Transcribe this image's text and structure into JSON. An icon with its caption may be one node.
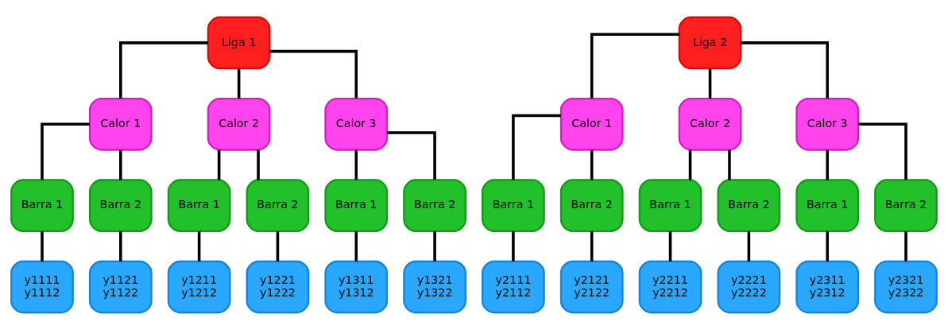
{
  "diagram": {
    "nodes": [
      {
        "text": [
          "Liga 1"
        ]
      },
      {
        "text": [
          "Liga 2"
        ]
      },
      {
        "text": [
          "Calor 1"
        ]
      },
      {
        "text": [
          "Calor 2"
        ]
      },
      {
        "text": [
          "Calor 3"
        ]
      },
      {
        "text": [
          "Calor 1"
        ]
      },
      {
        "text": [
          "Calor 2"
        ]
      },
      {
        "text": [
          "Calor 3"
        ]
      },
      {
        "text": [
          "Barra 1"
        ]
      },
      {
        "text": [
          "Barra 2"
        ]
      },
      {
        "text": [
          "Barra 1"
        ]
      },
      {
        "text": [
          "Barra 2"
        ]
      },
      {
        "text": [
          "Barra 1"
        ]
      },
      {
        "text": [
          "Barra 2"
        ]
      },
      {
        "text": [
          "Barra 1"
        ]
      },
      {
        "text": [
          "Barra 2"
        ]
      },
      {
        "text": [
          "Barra 1"
        ]
      },
      {
        "text": [
          "Barra 2"
        ]
      },
      {
        "text": [
          "Barra 1"
        ]
      },
      {
        "text": [
          "Barra 2"
        ]
      },
      {
        "text": [
          "y1111",
          "y1112"
        ]
      },
      {
        "text": [
          "y1121",
          "y1122"
        ]
      },
      {
        "text": [
          "y1211",
          "y1212"
        ]
      },
      {
        "text": [
          "y1221",
          "y1222"
        ]
      },
      {
        "text": [
          "y1311",
          "y1312"
        ]
      },
      {
        "text": [
          "y1321",
          "y1322"
        ]
      },
      {
        "text": [
          "y2111",
          "y2112"
        ]
      },
      {
        "text": [
          "y2121",
          "y2122"
        ]
      },
      {
        "text": [
          "y2211",
          "y2212"
        ]
      },
      {
        "text": [
          "y2221",
          "y2222"
        ]
      },
      {
        "text": [
          "y2311",
          "y2312"
        ]
      },
      {
        "text": [
          "y2321",
          "y2322"
        ]
      }
    ],
    "edges": [
      {
        "from": 0,
        "to": 2,
        "arrow": "none"
      },
      {
        "from": 0,
        "to": 3,
        "arrow": "none"
      },
      {
        "from": 0,
        "to": 4,
        "arrow": "none"
      },
      {
        "from": 1,
        "to": 5,
        "arrow": "none"
      },
      {
        "from": 1,
        "to": 6,
        "arrow": "none"
      },
      {
        "from": 1,
        "to": 7,
        "arrow": "none"
      },
      {
        "from": 2,
        "to": 8,
        "arrow": "none"
      },
      {
        "from": 2,
        "to": 9,
        "arrow": "none"
      },
      {
        "from": 3,
        "to": 10,
        "arrow": "none"
      },
      {
        "from": 3,
        "to": 11,
        "arrow": "none"
      },
      {
        "from": 4,
        "to": 12,
        "arrow": "none"
      },
      {
        "from": 4,
        "to": 13,
        "arrow": "none"
      },
      {
        "from": 5,
        "to": 14,
        "arrow": "none"
      },
      {
        "from": 5,
        "to": 15,
        "arrow": "none"
      },
      {
        "from": 6,
        "to": 16,
        "arrow": "none"
      },
      {
        "from": 6,
        "to": 17,
        "arrow": "none"
      },
      {
        "from": 7,
        "to": 18,
        "arrow": "none"
      },
      {
        "from": 7,
        "to": 19,
        "arrow": "none"
      },
      {
        "from": 8,
        "to": 20,
        "arrow": "none"
      },
      {
        "from": 9,
        "to": 21,
        "arrow": "none"
      },
      {
        "from": 10,
        "to": 22,
        "arrow": "none"
      },
      {
        "from": 11,
        "to": 23,
        "arrow": "none"
      },
      {
        "from": 12,
        "to": 24,
        "arrow": "none"
      },
      {
        "from": 13,
        "to": 25,
        "arrow": "none"
      },
      {
        "from": 14,
        "to": 26,
        "arrow": "none"
      },
      {
        "from": 15,
        "to": 27,
        "arrow": "none"
      },
      {
        "from": 16,
        "to": 28,
        "arrow": "none"
      },
      {
        "from": 17,
        "to": 29,
        "arrow": "none"
      },
      {
        "from": 18,
        "to": 30,
        "arrow": "none"
      },
      {
        "from": 19,
        "to": 31,
        "arrow": "none"
      }
    ]
  }
}
